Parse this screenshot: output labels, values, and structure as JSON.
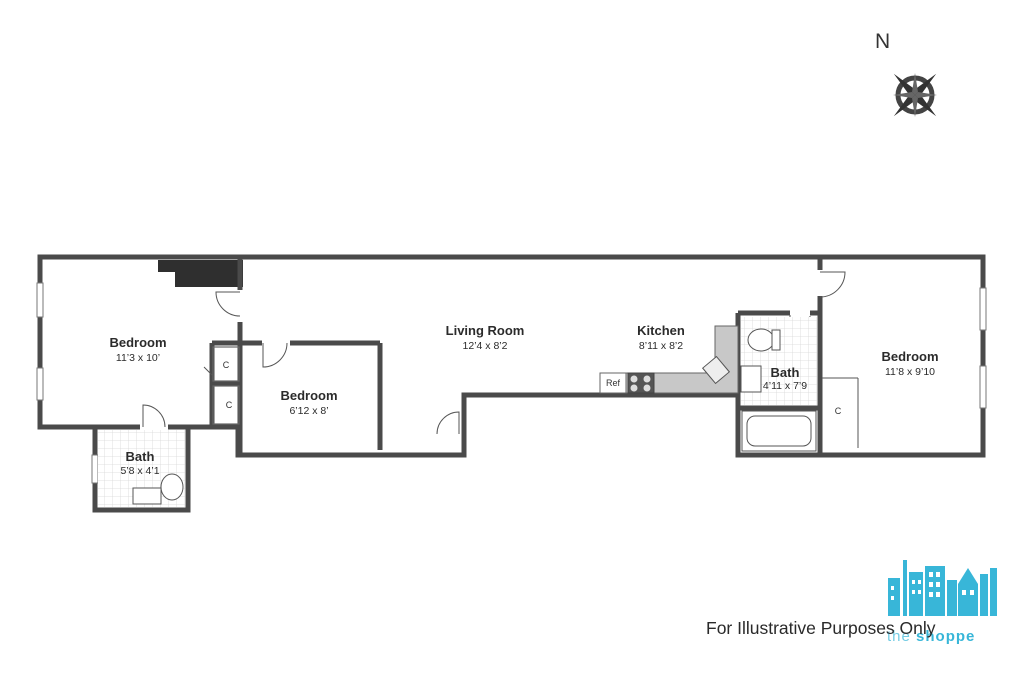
{
  "compass": {
    "label": "N",
    "icon": "compass-rose-icon"
  },
  "rooms": {
    "bedroom_left": {
      "name": "Bedroom",
      "dims": "11’3 x 10’"
    },
    "bedroom_mid": {
      "name": "Bedroom",
      "dims": "6’12 x 8’"
    },
    "bath_left": {
      "name": "Bath",
      "dims": "5’8 x 4’1"
    },
    "living": {
      "name": "Living Room",
      "dims": "12’4 x 8’2"
    },
    "kitchen": {
      "name": "Kitchen",
      "dims": "8’11 x 8’2"
    },
    "bath_right": {
      "name": "Bath",
      "dims": "4’11 x 7’9"
    },
    "bedroom_right": {
      "name": "Bedroom",
      "dims": "11’8 x 9’10"
    }
  },
  "labels": {
    "closet": "C",
    "fridge": "Ref"
  },
  "disclaimer": "For Illustrative Purposes Only",
  "logo": {
    "word1": "the",
    "word2": "shoppe",
    "icon": "city-skyline-logo-icon"
  },
  "colors": {
    "wall": "#4a4a4a",
    "counter": "#c8c8c8",
    "logo": "#38b6d8"
  }
}
